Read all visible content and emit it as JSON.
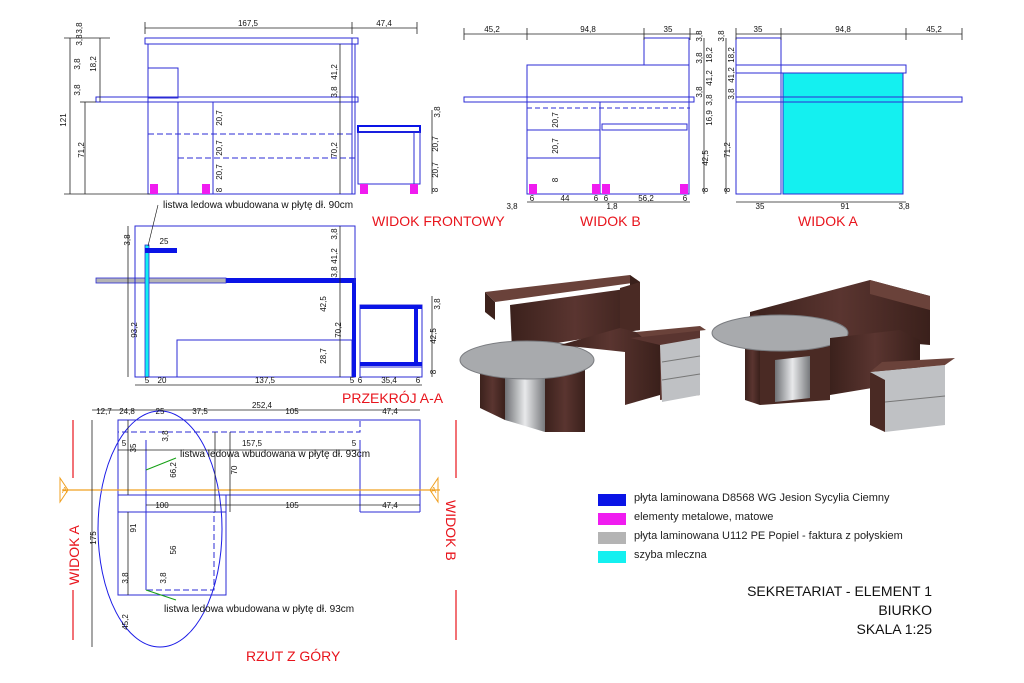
{
  "views": {
    "front": "WIDOK FRONTOWY",
    "b": "WIDOK B",
    "a": "WIDOK A",
    "section": "PRZEKRÓJ A-A",
    "top": "RZUT Z GÓRY",
    "side_a": "WIDOK A",
    "side_b": "WIDOK B",
    "section_marker": "A"
  },
  "notes": {
    "led_90": "listwa ledowa wbudowana w płytę dł. 90cm",
    "led_93_top": "listwa ledowa wbudowana w płytę dł. 93cm",
    "led_93_bottom": "listwa ledowa wbudowana w płytę dł. 93cm"
  },
  "dims": {
    "front": {
      "w1": "167,5",
      "w2": "47,4",
      "h_total": "121",
      "h_top": "3,8",
      "h_a": "3,8",
      "h_b": "18,2",
      "h_c": "3,8",
      "h_d": "41,2",
      "h_e": "3,8",
      "h_low": "71,2",
      "h_f": "20,7",
      "h_g": "20,7",
      "h_h": "20,7",
      "h_i": "8",
      "h_j": "70,2",
      "h_k": "3,8",
      "h_l": "20,7",
      "h_m": "20,7",
      "h_n": "8",
      "h_o": "3,8"
    },
    "b": {
      "w1": "45,2",
      "w2": "94,8",
      "w3": "35",
      "h1": "3,8",
      "h2": "18,2",
      "h3": "3,8",
      "h4": "41,2",
      "h5": "3,8",
      "h6": "3,8",
      "h7": "16,9",
      "h8": "42,5",
      "h9": "8",
      "h10": "20,7",
      "h11": "20,7",
      "h12": "8",
      "b1": "3,8",
      "b2": "6",
      "b3": "44",
      "b4": "6",
      "b5": "6",
      "b6": "56,2",
      "b7": "6",
      "b8": "1,8"
    },
    "a": {
      "w1": "35",
      "w2": "94,8",
      "w3": "45,2",
      "h1": "3,8",
      "h2": "18,2",
      "h3": "41,2",
      "h4": "3,8",
      "h5": "71,2",
      "h6": "8",
      "b1": "35",
      "b2": "91",
      "b3": "3,8"
    },
    "section": {
      "s1": "3,8",
      "s2": "25",
      "s3": "3,8",
      "s4": "41,2",
      "s5": "3,8",
      "s6": "93,2",
      "s7": "42,5",
      "s8": "70,2",
      "s9": "28,7",
      "s10": "3,8",
      "s11": "42,5",
      "s12": "8",
      "s13": "5",
      "s14": "20",
      "s15": "137,5",
      "s16": "5",
      "s17": "6",
      "s18": "35,4",
      "s19": "6"
    },
    "top": {
      "t1": "12,7",
      "t2": "24,8",
      "t3": "25",
      "t4": "37,5",
      "t5": "252,4",
      "t6": "105",
      "t7": "47,4",
      "t8": "5",
      "t9": "157,5",
      "t10": "5",
      "t11": "35",
      "t12": "3,8",
      "t13": "66,2",
      "t14": "70",
      "t15": "175",
      "t16": "100",
      "t17": "105",
      "t18": "47,4",
      "t19": "91",
      "t20": "56",
      "t21": "3,8",
      "t22": "3,8",
      "t23": "45,2"
    }
  },
  "legend": [
    {
      "color": "#0a14e6",
      "label": "płyta laminowana D8568 WG Jesion Sycylia Ciemny"
    },
    {
      "color": "#f01cf0",
      "label": "elementy metalowe, matowe"
    },
    {
      "color": "#b4b4b4",
      "label": "płyta laminowana U112 PE Popiel - faktura z połyskiem"
    },
    {
      "color": "#14f0f0",
      "label": "szyba mleczna"
    }
  ],
  "title": {
    "line1": "SEKRETARIAT - ELEMENT 1",
    "line2": "BIURKO",
    "line3": "SKALA 1:25"
  },
  "colors": {
    "line": "#2b2bd6",
    "dim": "#222222",
    "red": "#e8141c",
    "wood": "#4a2a24",
    "grey": "#a8aaad",
    "orange": "#f0a020"
  }
}
